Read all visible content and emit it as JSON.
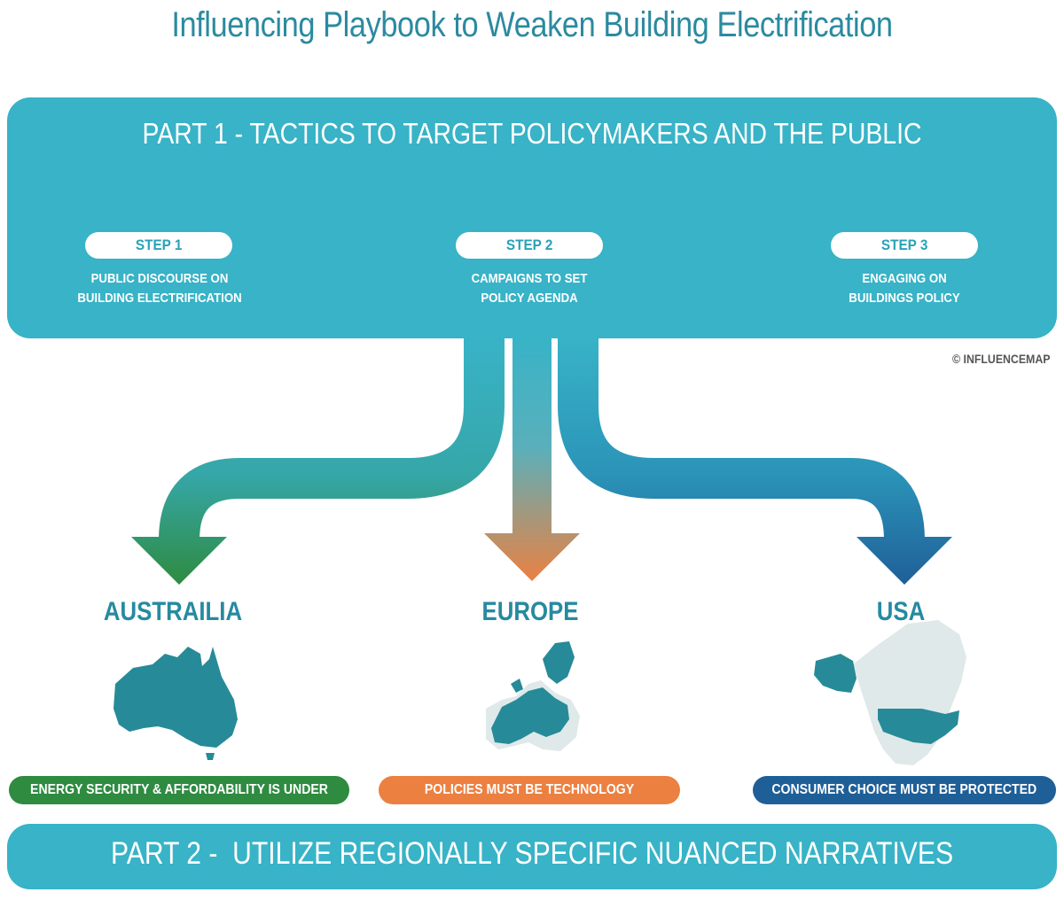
{
  "title": "Influencing Playbook to Weaken Building Electrification",
  "part1": {
    "title": "PART 1 - TACTICS TO TARGET POLICYMAKERS AND THE PUBLIC",
    "steps": [
      {
        "label": "STEP 1",
        "line1": "PUBLIC DISCOURSE ON",
        "line2": "BUILDING ELECTRIFICATION",
        "icon": "speech-bubbles-icon"
      },
      {
        "label": "STEP 2",
        "line1": "CAMPAIGNS TO SET",
        "line2": "POLICY AGENDA",
        "icon": "megaphone-icon"
      },
      {
        "label": "STEP 3",
        "line1": "ENGAGING ON",
        "line2": "BUILDINGS POLICY",
        "icon": "gavel-document-icon"
      }
    ]
  },
  "copyright": "© INFLUENCEMAP",
  "regions": [
    {
      "name": "AUSTRAILIA",
      "narrative": "ENERGY SECURITY & AFFORDABILITY IS UNDER THREAT",
      "color": "#2e8b40",
      "map_icon": "australia-map-icon"
    },
    {
      "name": "EUROPE",
      "narrative": "POLICIES MUST BE TECHNOLOGY NEUTRAL",
      "color": "#ec8040",
      "map_icon": "europe-map-icon"
    },
    {
      "name": "USA",
      "narrative": "CONSUMER CHOICE MUST BE PROTECTED",
      "color": "#1f5f98",
      "map_icon": "north-america-map-icon"
    }
  ],
  "part2": {
    "title": "PART 2 -  UTILIZE REGIONALLY SPECIFIC NUANCED NARRATIVES"
  },
  "colors": {
    "teal": "#38b3c7",
    "title_teal": "#2b8aa0",
    "map_teal": "#278a98"
  }
}
